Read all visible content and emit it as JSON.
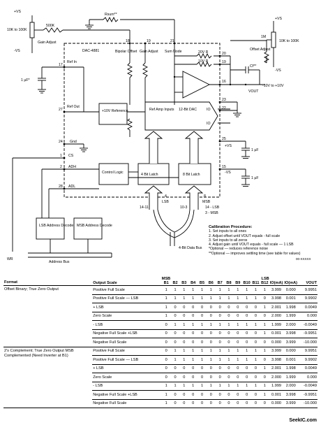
{
  "schematic": {
    "vs_pos_left": "+VS",
    "vs_neg_left": "-VS",
    "pot_left": "10K to 100K",
    "res_500k": "500K",
    "gain_adjust": "Gain Adjust",
    "rsum": "Rsum**",
    "chip_name": "DAC-4881",
    "bipolar_offset": "Bipolar Offset",
    "gain_adjust_pin": "Gain Adjust",
    "sum_node": "Sum Node",
    "pin18": "18",
    "pin20": "20",
    "pin19": "19",
    "pin21": "21",
    "pin16": "16",
    "pin17": "17",
    "pin27": "27",
    "pin24": "24",
    "pin1": "1",
    "pin2": "2",
    "pin28": "28",
    "pin23": "23",
    "pin22": "22",
    "pin25": "25",
    "pin15": "15",
    "r20": "20V R",
    "r10": "10V R",
    "cf": "Cf**",
    "res_1m": "1M",
    "offset_adjust": "Offset Adjust",
    "pot_right": "10K to 100K",
    "ref_in": "Ref In",
    "cap_1uf": "1 µF*",
    "ref_out": "Ref Out",
    "ref10": "+10V Reference",
    "amp_ref": "Ref Amp Inputs",
    "dac12": "12-Bit DAC",
    "io": "IO",
    "io_bar": "IO",
    "vout": "VOUT",
    "vout_range": "-10V to +10V",
    "gnd": "Gnd",
    "cs": "CS",
    "adh": "ADH",
    "adl": "ADL",
    "control_logic": "Control Logic",
    "latch4": "4 Bit Latch",
    "latch8": "8 Bit Latch",
    "n4": "4",
    "n8": "8",
    "lsb_bus": "LSB",
    "msb_bus": "MSB",
    "bits_14_11": "14-11",
    "bits_10_3": "10-3",
    "bits_14lsb": "14 - LSB",
    "bits_3msb": "3 - MSB",
    "lsb_decode": "LSB Address Decode",
    "msb_decode": "MSB Address Decode",
    "address_bus": "Address Bus",
    "data_bus": "4-Bit Data Bus",
    "wr": "WR",
    "c1uf_a": "1 µF",
    "c1uf_b": "1 µF",
    "vs_a": "+VS",
    "vs_b": "-VS",
    "vs_c": "+VS",
    "vs_d": "-VS"
  },
  "calibration": {
    "title": "Calibration Procedure:",
    "steps": [
      "1. Set inputs to all ones",
      "2. Adjust offset until VOUT equals - full scale",
      "3. Set inputs to all zeros",
      "4. Adjust gain until VOUT equals - full scale — 1 LSB"
    ],
    "notes": [
      "*Optional — reduces reference noise",
      "**Optional — improves settling time (see table for values)"
    ],
    "fig_id": "00-XXXXX"
  },
  "table": {
    "headers": {
      "format": "Format",
      "output_scale": "Output Scale",
      "msb": "MSB",
      "lsb": "LSB",
      "bits": [
        "B1",
        "B2",
        "B3",
        "B4",
        "B5",
        "B6",
        "B7",
        "B8",
        "B9",
        "B10",
        "B11",
        "B12"
      ],
      "io": "IO(mA)",
      "io_bar": "IO(mA)",
      "vout": "VOUT"
    },
    "groups": [
      {
        "format": "Offset Binary; True Zero Output",
        "rows": [
          {
            "scale": "Positive Full Scale",
            "bits": "1 1 1 1 1 1 1 1 1 1 1 1",
            "io": "3.999",
            "iob": "0.000",
            "vout": "9.9951"
          },
          {
            "scale": "Positive Full Scale — LSB",
            "bits": "1 1 1 1 1 1 1 1 1 1 1 0",
            "io": "3.998",
            "iob": "0.001",
            "vout": "9.9902"
          },
          {
            "scale": "+ LSB",
            "bits": "1 0 0 0 0 0 0 0 0 0 0 1",
            "io": "2.001",
            "iob": "1.998",
            "vout": "0.0049"
          },
          {
            "scale": "Zero Scale",
            "bits": "1 0 0 0 0 0 0 0 0 0 0 0",
            "io": "2.000",
            "iob": "1.999",
            "vout": "0.000"
          },
          {
            "scale": "- LSB",
            "bits": "0 1 1 1 1 1 1 1 1 1 1 1",
            "io": "1.999",
            "iob": "2.000",
            "vout": "-0.0049"
          },
          {
            "scale": "Negative Full Scale +LSB",
            "bits": "0 0 0 0 0 0 0 0 0 0 0 1",
            "io": "0.001",
            "iob": "3.998",
            "vout": "-9.9951"
          },
          {
            "scale": "Negative Full Scale",
            "bits": "0 0 0 0 0 0 0 0 0 0 0 0",
            "io": "0.000",
            "iob": "3.999",
            "vout": "-10.000"
          }
        ]
      },
      {
        "format": "2's Complement; True Zero Output MSB Complemented (Need Inverter at B1)",
        "rows": [
          {
            "scale": "Positive Full Scale",
            "bits": "0 1 1 1 1 1 1 1 1 1 1 1",
            "io": "3.999",
            "iob": "0.000",
            "vout": "9.9951"
          },
          {
            "scale": "Positive Full Scale — LSB",
            "bits": "0 1 1 1 1 1 1 1 1 1 1 0",
            "io": "3.998",
            "iob": "0.001",
            "vout": "9.9902"
          },
          {
            "scale": "+ LSB",
            "bits": "0 0 0 0 0 0 0 0 0 0 0 1",
            "io": "2.001",
            "iob": "1.998",
            "vout": "0.0049"
          },
          {
            "scale": "Zero Scale",
            "bits": "0 0 0 0 0 0 0 0 0 0 0 0",
            "io": "2.000",
            "iob": "1.999",
            "vout": "0.000"
          },
          {
            "scale": "- LSB",
            "bits": "1 1 1 1 1 1 1 1 1 1 1 1",
            "io": "1.999",
            "iob": "2.000",
            "vout": "-0.0049"
          },
          {
            "scale": "Negative Full Scale +LSB",
            "bits": "1 0 0 0 0 0 0 0 0 0 0 1",
            "io": "0.001",
            "iob": "3.998",
            "vout": "-9.9951"
          },
          {
            "scale": "Negative Full Scale",
            "bits": "1 0 0 0 0 0 0 0 0 0 0 0",
            "io": "0.000",
            "iob": "3.999",
            "vout": "-10.000"
          }
        ]
      }
    ]
  },
  "credit": "SeekIC.com"
}
